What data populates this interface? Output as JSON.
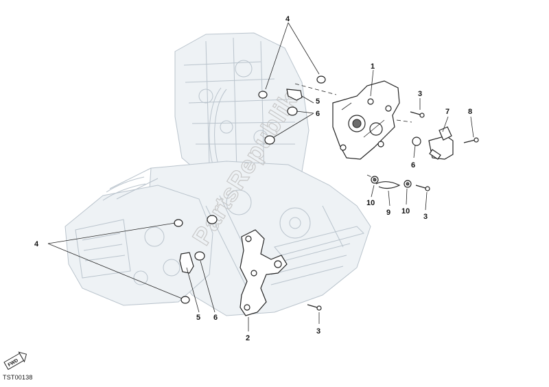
{
  "callouts": {
    "c1": "1",
    "c2": "2",
    "c3a": "3",
    "c3b": "3",
    "c3c": "3",
    "c4a": "4",
    "c4b": "4",
    "c5a": "5",
    "c5b": "5",
    "c6a": "6",
    "c6b": "6",
    "c6c": "6",
    "c7": "7",
    "c8": "8",
    "c9": "9",
    "c10a": "10",
    "c10b": "10"
  },
  "watermark": "PartsRepublik",
  "reference_code": "TST00138",
  "fwd_badge": "FWD",
  "colors": {
    "engine_outline": "#b9c3cc",
    "part_outline": "#222222",
    "watermark": "#c8c8c8"
  }
}
